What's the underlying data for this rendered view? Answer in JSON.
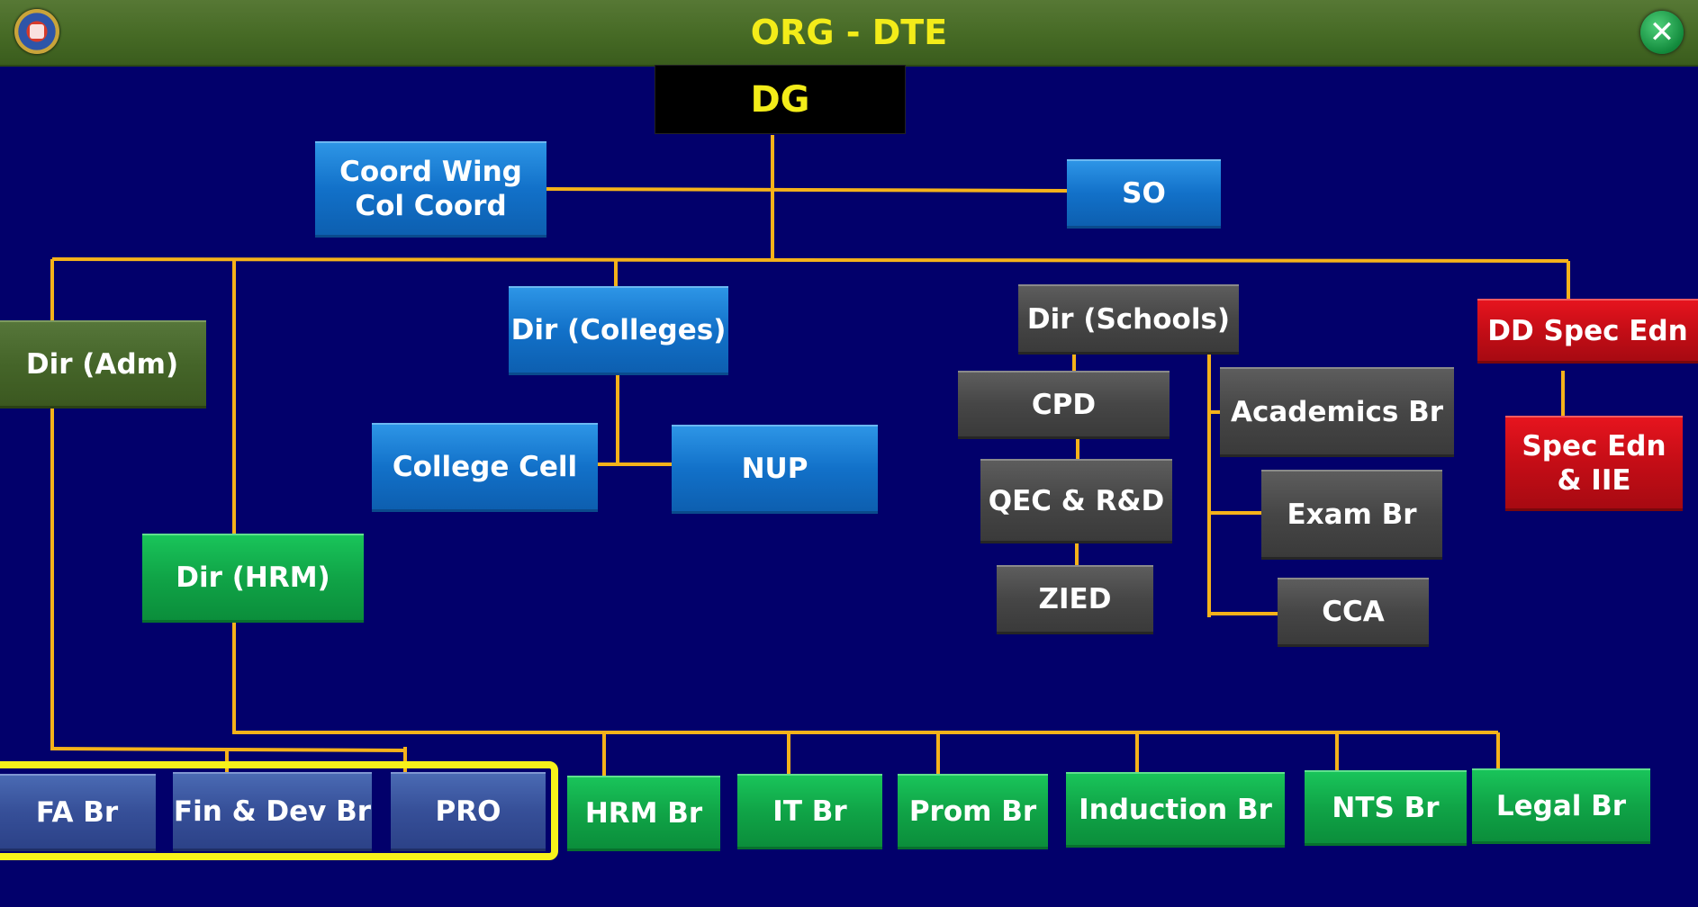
{
  "header": {
    "title": "ORG - DTE"
  },
  "icons": {
    "logo": "emblem-logo-icon",
    "close": "close-emblem-icon"
  },
  "colors": {
    "background": "#02006b",
    "connector": "#f5b21a",
    "title": "#f3ec19",
    "highlight": "#f7f21a"
  },
  "org": {
    "dg": "DG",
    "coord_wing": "Coord Wing\nCol Coord",
    "so": "SO",
    "dir_adm": "Dir (Adm)",
    "dir_colleges": "Dir (Colleges)",
    "college_cell": "College Cell",
    "nup": "NUP",
    "dir_schools": "Dir (Schools)",
    "cpd": "CPD",
    "qec": "QEC & R&D",
    "zied": "ZIED",
    "academics_br": "Academics Br",
    "exam_br": "Exam Br",
    "cca": "CCA",
    "dd_spec_edn": "DD Spec Edn",
    "spec_edn_iie": "Spec Edn\n& IIE",
    "dir_hrm": "Dir (HRM)",
    "fa_br": "FA Br",
    "fin_dev_br": "Fin & Dev Br",
    "pro": "PRO",
    "hrm_br": "HRM Br",
    "it_br": "IT Br",
    "prom_br": "Prom Br",
    "induction_br": "Induction Br",
    "nts_br": "NTS Br",
    "legal_br": "Legal Br"
  }
}
